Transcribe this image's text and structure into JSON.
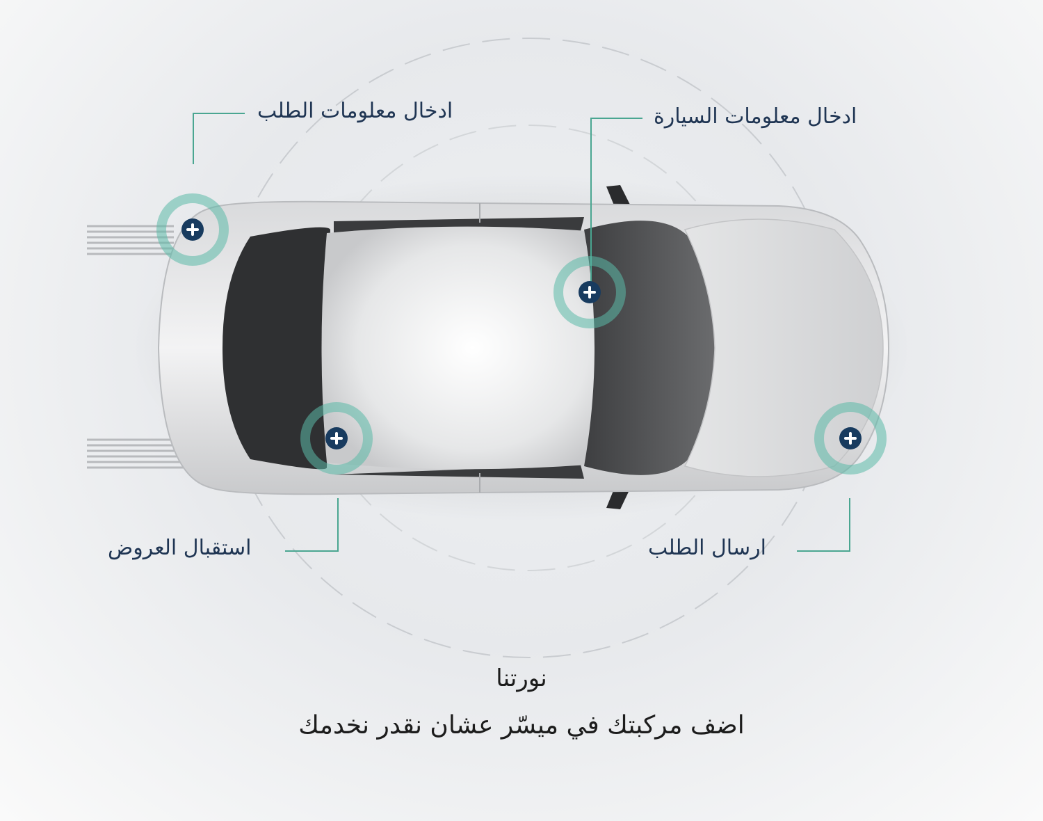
{
  "steps": [
    {
      "label": "ادخال معلومات الطلب"
    },
    {
      "label": "ادخال معلومات السيارة"
    },
    {
      "label": "استقبال العروض"
    },
    {
      "label": "ارسال الطلب"
    }
  ],
  "footer": {
    "greeting": "نورتنا",
    "message": "اضف مركبتك في ميسّر عشان نقدر نخدمك"
  },
  "colors": {
    "accent": "#5bb9a7",
    "plus_fill": "#183b5f",
    "label_text": "#1f3553",
    "connector": "#4aa691"
  },
  "icons": {
    "hotspot": "plus-circle-icon",
    "car": "car-top-view-icon"
  }
}
